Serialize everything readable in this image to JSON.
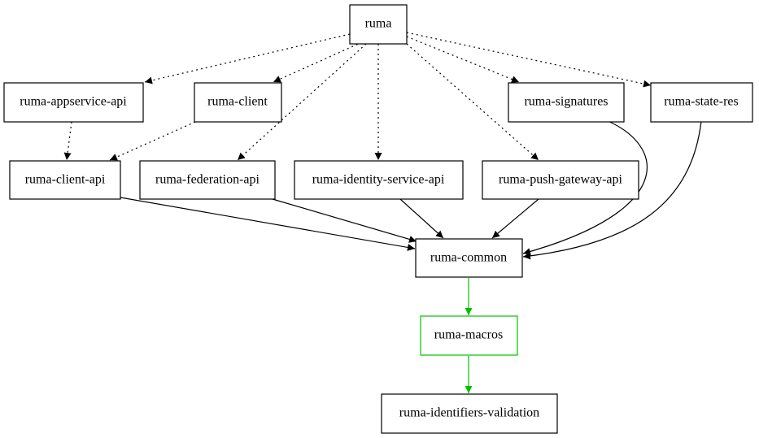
{
  "nodes": {
    "ruma": "ruma",
    "appservice_api": "ruma-appservice-api",
    "client": "ruma-client",
    "signatures": "ruma-signatures",
    "state_res": "ruma-state-res",
    "client_api": "ruma-client-api",
    "federation_api": "ruma-federation-api",
    "identity_service_api": "ruma-identity-service-api",
    "push_gateway_api": "ruma-push-gateway-api",
    "common": "ruma-common",
    "macros": "ruma-macros",
    "identifiers_validation": "ruma-identifiers-validation"
  },
  "colors": {
    "edge_default": "#000000",
    "edge_macro": "#00c000",
    "macros_border": "#00c000"
  }
}
